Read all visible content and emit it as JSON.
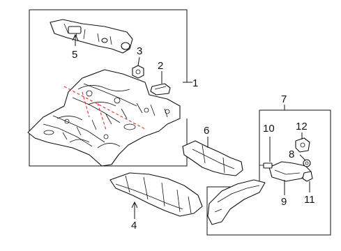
{
  "diagram": {
    "callouts": [
      "1",
      "2",
      "3",
      "4",
      "5",
      "6",
      "7",
      "8",
      "9",
      "10",
      "11",
      "12"
    ],
    "colors": {
      "line": "#111111",
      "background": "#ffffff",
      "cut_lines": "#d9302c"
    }
  }
}
